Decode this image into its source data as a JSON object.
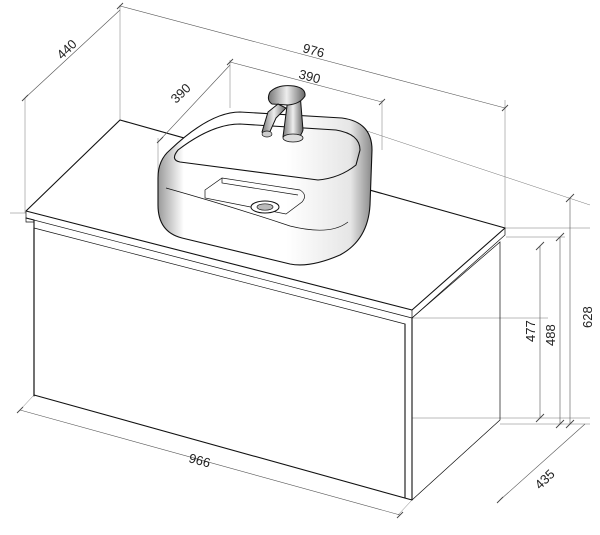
{
  "dimensions": {
    "total_width": "976",
    "total_depth": "440",
    "basin_width": "390",
    "basin_depth": "390",
    "cabinet_width": "966",
    "cabinet_depth": "435",
    "front_height": "477",
    "cabinet_height": "488",
    "overall_height": "628"
  }
}
